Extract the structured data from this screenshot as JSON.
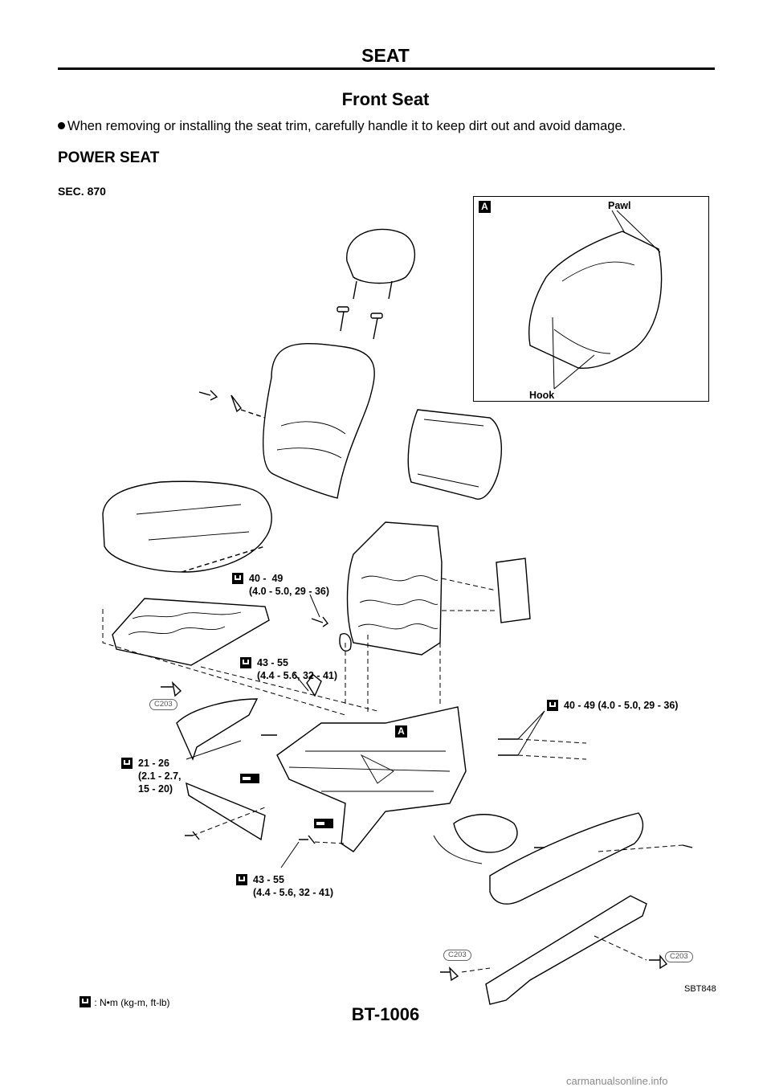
{
  "page": {
    "header": "SEAT",
    "title": "Front Seat",
    "bullet": "When removing or installing the seat trim, carefully handle it to keep dirt out and avoid damage.",
    "subheading": "POWER SEAT",
    "footer": "BT-1006",
    "watermark": "carmanualsonline.info"
  },
  "figure": {
    "section": "SEC. 870",
    "figure_id": "SBT848",
    "detail_tag": "A",
    "detail_labels": {
      "pawl": "Pawl",
      "hook": "Hook"
    },
    "connector_label": "C203",
    "torque_specs": [
      "40 -  49\n(4.0 - 5.0, 29 - 36)",
      "43 - 55\n(4.4 - 5.6, 32 - 41)",
      "40 - 49 (4.0 - 5.0, 29 - 36)",
      "21 - 26\n(2.1 - 2.7,\n15 - 20)",
      "43 - 55\n(4.4 - 5.6, 32 - 41)"
    ],
    "legend": ": N•m (kg-m, ft-lb)",
    "icons": [
      "torque-wrench-icon",
      "connector-icon"
    ]
  }
}
